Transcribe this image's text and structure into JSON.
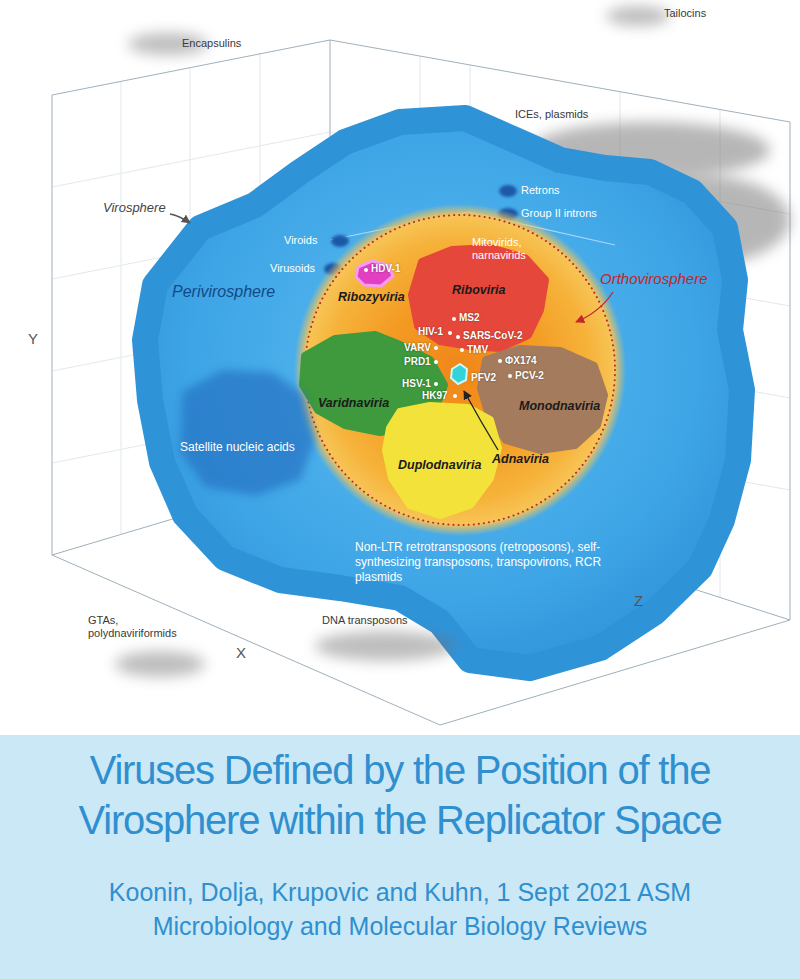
{
  "diagram": {
    "title": "Viruses Defined by the Position of the Virosphere within the Replicator Space",
    "caption": "Koonin, Dolja, Krupovic and Kuhn, 1 Sept 2021 ASM Microbiology and Molecular Biology Reviews",
    "nodes": [
      {
        "text": [
          "Encapsulins"
        ]
      },
      {
        "text": [
          "Tailocins"
        ]
      },
      {
        "text": [
          "ICEs, plasmids"
        ]
      },
      {
        "text": [
          "Virosphere",
          "Perivirosphere"
        ]
      },
      {
        "text": [
          "Retrons"
        ],
        "in": 3
      },
      {
        "text": [
          "Group II introns"
        ],
        "in": 3
      },
      {
        "text": [
          "Viroids"
        ],
        "in": 3
      },
      {
        "text": [
          "Virusoids"
        ],
        "in": 3
      },
      {
        "text": [
          "Orthovirosphere"
        ],
        "in": 3
      },
      {
        "text": [
          "HDV-1",
          "Ribozyviria"
        ],
        "in": 8
      },
      {
        "text": [
          "Riboviria"
        ],
        "in": 8
      },
      {
        "text": [
          "Varidnaviria"
        ],
        "in": 8
      },
      {
        "text": [
          "Monodnaviria"
        ],
        "in": 8
      },
      {
        "text": [
          "Duplodnaviria"
        ],
        "in": 8
      },
      {
        "text": [
          "Adnaviria"
        ],
        "in": 8
      },
      {
        "text": [
          "Satellite nucleic acids"
        ],
        "in": 3
      },
      {
        "text": [
          "GTAs, polydnaviriformids"
        ]
      },
      {
        "text": [
          "DNA transposons"
        ]
      }
    ],
    "labels": [
      "Mitovirids, narnavirids",
      "MS2",
      "HIV-1",
      "SARS-CoV-2",
      "VARV",
      "TMV",
      "PRD1",
      "ΦX174",
      "PCV-2",
      "HSV-1",
      "PFV2",
      "HK97",
      "Y",
      "Non-LTR retrotransposons (retroposons), self-synthesizing transposons, transpovirons, RCR plasmids",
      "Z",
      "X"
    ]
  }
}
